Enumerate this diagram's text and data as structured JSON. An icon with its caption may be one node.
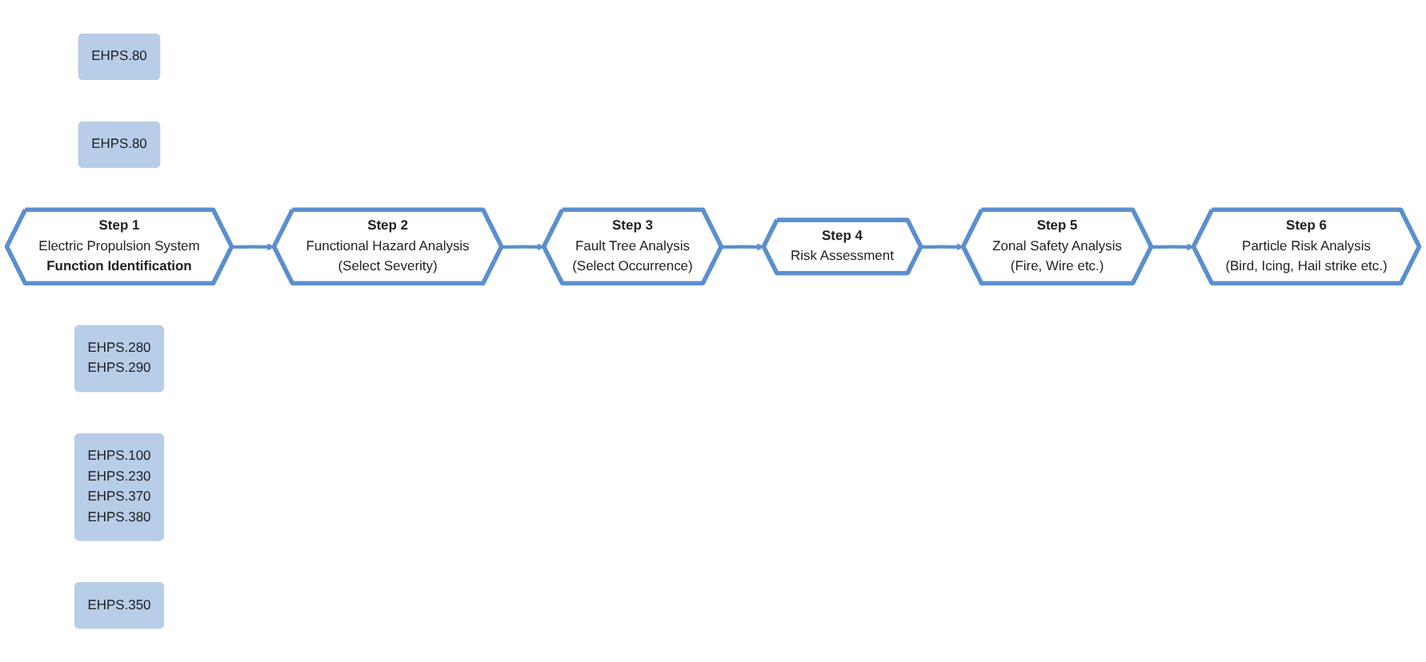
{
  "diagram": {
    "nodes": [
      {
        "text": [
          "EHPS.80"
        ]
      },
      {
        "text": [
          "EHPS.80"
        ]
      },
      {
        "text": [
          "Step 1",
          "Electric Propulsion System",
          "Function Identification"
        ]
      },
      {
        "text": [
          "Step 2",
          "Functional Hazard Analysis",
          "(Select Severity)"
        ]
      },
      {
        "text": [
          "Step 3",
          "Fault Tree Analysis",
          "(Select Occurrence)"
        ]
      },
      {
        "text": [
          "Step 6",
          "Particle Risk Analysis",
          "(Bird, Icing, Hail strike etc.)"
        ]
      },
      {
        "text": [
          "Step 5",
          "Zonal Safety Analysis",
          "(Fire, Wire etc.)"
        ]
      },
      {
        "text": [
          "Step 4",
          "Risk Assessment"
        ]
      },
      {
        "text": [
          "EHPS.280",
          "EHPS.290"
        ]
      },
      {
        "text": [
          "EHPS.100",
          "EHPS.230",
          "EHPS.370",
          "EHPS.380"
        ]
      },
      {
        "text": [
          "EHPS.350"
        ]
      }
    ],
    "edges": [
      {
        "from": 2,
        "to": 3,
        "arrow": "to"
      },
      {
        "from": 3,
        "to": 4,
        "arrow": "to"
      },
      {
        "from": 4,
        "to": 7,
        "arrow": "to"
      },
      {
        "from": 7,
        "to": 6,
        "arrow": "to"
      },
      {
        "from": 6,
        "to": 5,
        "arrow": "to"
      }
    ]
  }
}
